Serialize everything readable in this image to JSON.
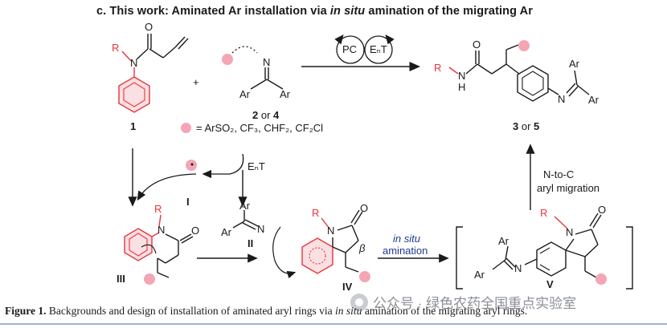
{
  "title": {
    "prefix": "c. This work: Aminated Ar installation via ",
    "italic": "in situ",
    "suffix": " amination of the migrating Ar"
  },
  "labels": {
    "compound_1": "1",
    "plus": "+",
    "compound_2_4_a": "2",
    "compound_2_4_or": " or ",
    "compound_2_4_b": "4",
    "reagents": "= ArSO₂, CF₃, CHF₂, CF₂Cl",
    "catalyst_pc": "PC",
    "catalyst_ent": "EₙT",
    "ent_arrow": "EₙT",
    "product_a": "3",
    "product_or": " or ",
    "product_b": "5",
    "int_I": "I",
    "int_II": "II",
    "int_III": "III",
    "int_IV": "IV",
    "int_V": "V",
    "migration_1": "N-to-C",
    "migration_2": "aryl migration",
    "in_situ": "in situ",
    "amination": "amination",
    "beta": "β",
    "R": "R",
    "N": "N",
    "O": "O",
    "H": "H",
    "Ar": "Ar"
  },
  "colors": {
    "red": "#e8343c",
    "pink_dot": "#f4a6b4",
    "blue_text": "#1f3a8f",
    "black": "#1a1a1a"
  },
  "caption": {
    "lead": "Figure 1.",
    "text_a": " Backgrounds and design of installation of aminated aryl rings via ",
    "italic": "in situ",
    "text_b": " amination of the migrating aryl rings."
  },
  "watermark": {
    "text": "公众号 · 绿色农药全国重点实验室"
  }
}
